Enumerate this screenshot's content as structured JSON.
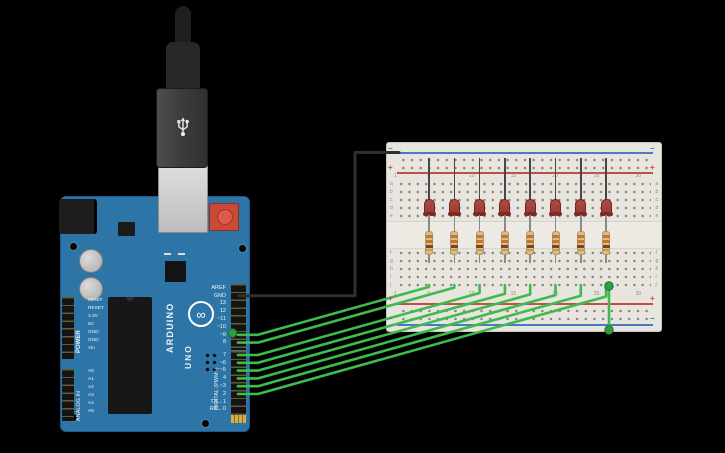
{
  "canvas": {
    "background": "#000000"
  },
  "arduino": {
    "board_color": "#2d74a7",
    "brand_text": "ARDUINO",
    "model_text": "UNO",
    "logo_symbol": "∞",
    "digital_header_label": "DIGITAL (PWM~)",
    "power_header_label": "POWER",
    "analog_header_label": "ANALOG IN",
    "digital_pins_top": [
      "AREF",
      "GND",
      "13",
      "12",
      "~11",
      "~10",
      "~9",
      "8"
    ],
    "digital_pins_bottom": [
      "7",
      "~6",
      "~5",
      "4",
      "~3",
      "2",
      "TX→1",
      "RX←0"
    ],
    "power_pins": [
      "IOREF",
      "RESET",
      "3.3V",
      "5V",
      "GND",
      "GND",
      "Vin"
    ],
    "analog_pins": [
      "A0",
      "A1",
      "A2",
      "A3",
      "A4",
      "A5"
    ]
  },
  "breadboard": {
    "row_letters_top": [
      "a",
      "b",
      "c",
      "d",
      "e"
    ],
    "row_letters_bottom": [
      "f",
      "g",
      "h",
      "i",
      "j"
    ],
    "column_numbers": [
      "1",
      "5",
      "10",
      "15",
      "20",
      "25",
      "30"
    ],
    "plus_sign": "+",
    "minus_sign": "−",
    "led_count": 8,
    "resistor_count": 8
  },
  "components": {
    "led_color": "#9c3b38",
    "resistor_body_color": "#d8bb8e"
  },
  "wires": {
    "signal_color": "#3fba4d",
    "signal_count": 8,
    "ground_color": "#303030"
  }
}
